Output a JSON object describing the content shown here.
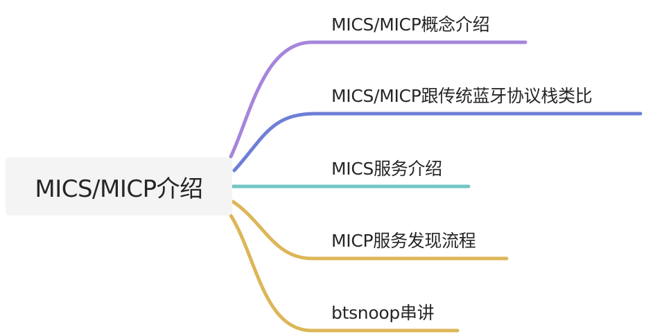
{
  "root": {
    "label": "MICS/MICP介绍"
  },
  "branches": [
    {
      "label": "MICS/MICP概念介绍",
      "color": "#a586db"
    },
    {
      "label": "MICS/MICP跟传统蓝牙协议栈类比",
      "color": "#6e7fd6"
    },
    {
      "label": "MICS服务介绍",
      "color": "#72c6c4"
    },
    {
      "label": "MICP服务发现流程",
      "color": "#ddb659"
    },
    {
      "label": "btsnoop串讲",
      "color": "#ddb659"
    }
  ]
}
